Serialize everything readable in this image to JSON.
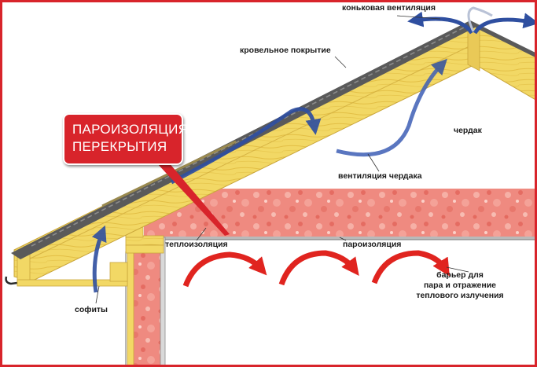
{
  "labels": {
    "ridge_ventilation": "коньковая вентиляция",
    "roof_covering": "кровельное покрытие",
    "attic": "чердак",
    "attic_ventilation": "вентиляция чердака",
    "thermal_insulation": "теплоизоляция",
    "vapor_barrier": "пароизоляция",
    "barrier_line1": "барьер для",
    "barrier_line2": "пара и отражение",
    "barrier_line3": "теплового излучения",
    "soffits": "софиты"
  },
  "callout": {
    "line1": "ПАРОИЗОЛЯЦИЯ",
    "line2": "ПЕРЕКРЫТИЯ"
  },
  "colors": {
    "frame": "#d8242b",
    "callout": "#d8242b",
    "timber": "#f1d560",
    "timber_edge": "#c9a53a",
    "roof_cover": "#5a5a5a",
    "insulation": "#ef8a80",
    "air_flow_cold": "#2f4fa0",
    "heat_flow": "#e0241f"
  },
  "icons": {
    "air_flow": "blue-curved-arrow-icon",
    "heat_flow": "red-curved-arrow-icon"
  }
}
